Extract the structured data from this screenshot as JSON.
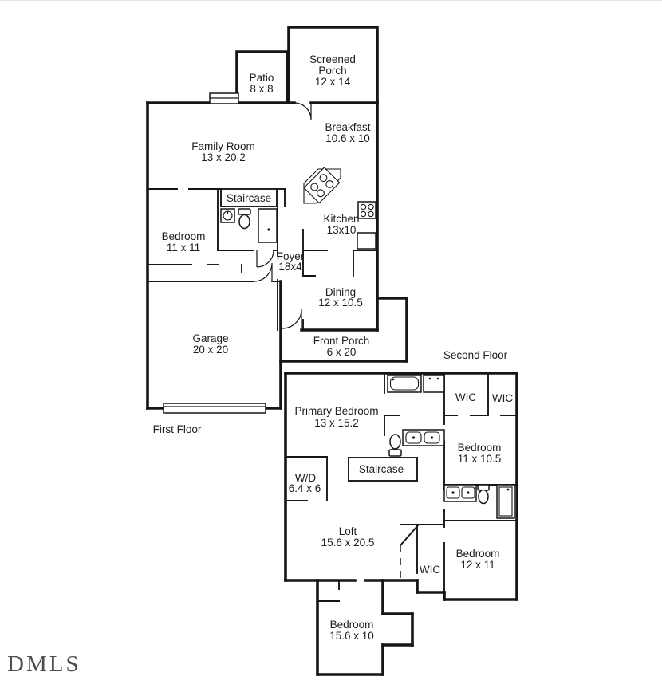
{
  "watermark": "DMLS",
  "floors": {
    "first": {
      "label": "First Floor"
    },
    "second": {
      "label": "Second Floor"
    }
  },
  "rooms": {
    "screened_porch": {
      "line1": "Screened",
      "line2": "Porch",
      "dims": "12 x 14"
    },
    "patio": {
      "line1": "Patio",
      "dims": "8 x 8"
    },
    "family_room": {
      "line1": "Family Room",
      "dims": "13 x 20.2"
    },
    "breakfast": {
      "line1": "Breakfast",
      "dims": "10.6 x 10"
    },
    "staircase_first": {
      "line1": "Staircase"
    },
    "bedroom_first": {
      "line1": "Bedroom",
      "dims": "11 x 11"
    },
    "kitchen": {
      "line1": "Kitchen",
      "dims": "13x10"
    },
    "foyer": {
      "line1": "Foyer",
      "dims": "18x4"
    },
    "dining": {
      "line1": "Dining",
      "dims": "12 x 10.5"
    },
    "garage": {
      "line1": "Garage",
      "dims": "20 x 20"
    },
    "front_porch": {
      "line1": "Front Porch",
      "dims": "6 x 20"
    },
    "primary_bedroom": {
      "line1": "Primary Bedroom",
      "dims": "13 x 15.2"
    },
    "wic_1": {
      "line1": "WIC"
    },
    "wic_2": {
      "line1": "WIC"
    },
    "bedroom_2": {
      "line1": "Bedroom",
      "dims": "11 x 10.5"
    },
    "wd": {
      "line1": "W/D",
      "dims": "6.4 x 6"
    },
    "staircase_second": {
      "line1": "Staircase"
    },
    "loft": {
      "line1": "Loft",
      "dims": "15.6 x 20.5"
    },
    "wic_3": {
      "line1": "WIC"
    },
    "bedroom_3": {
      "line1": "Bedroom",
      "dims": "12 x 11"
    },
    "bedroom_4": {
      "line1": "Bedroom",
      "dims": "15.6 x 10"
    }
  },
  "colors": {
    "wall": "#161616",
    "background": "#ffffff",
    "text": "#1d1d1d"
  }
}
